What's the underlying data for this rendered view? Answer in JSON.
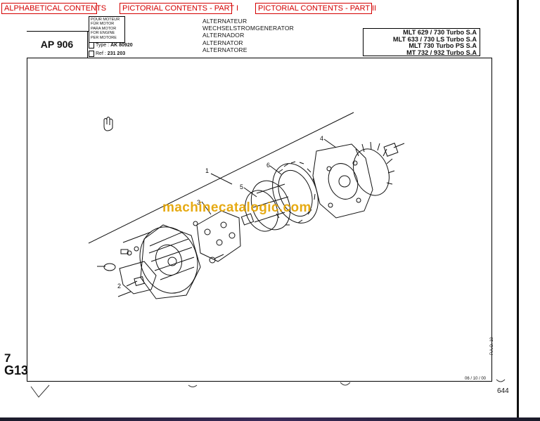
{
  "nav": {
    "alphabetical": "ALPHABETICAL CONTENTS",
    "pictorial_1": "PICTORIAL CONTENTS - PART I",
    "pictorial_2": "PICTORIAL CONTENTS - PART II"
  },
  "header": {
    "code": "AP 906",
    "motor_lines": [
      "POUR MOTEUR",
      "FÜR MOTOR",
      "PARA MOTOR",
      "FOR ENGINE",
      "PER MOTORE"
    ],
    "type_label": "Type :",
    "type_value": "AK 80920",
    "ref_label": "Ref :",
    "ref_value": "231 203",
    "titles": [
      "ALTERNATEUR",
      "WECHSELSTROMGENERATOR",
      "ALTERNADOR",
      "ALTERNATOR",
      "ALTERNATORE"
    ],
    "models": [
      "MLT 629 / 730 Turbo S.A",
      "MLT 633 / 730 LS Turbo S.A",
      "MLT 730 Turbo PS S.A",
      "MT 732 / 932 Turbo S.A"
    ]
  },
  "diagram": {
    "callouts": [
      "1",
      "2",
      "3",
      "4",
      "5",
      "6"
    ],
    "watermark": "machinecatalogic.com"
  },
  "footer": {
    "section_number": "7",
    "section_code": "G13",
    "page_number": "644",
    "date_code": "06 / 10 / 00",
    "pao": "P.A.O. 10"
  },
  "colors": {
    "nav_red": "#d40000",
    "watermark": "#e4a300"
  }
}
